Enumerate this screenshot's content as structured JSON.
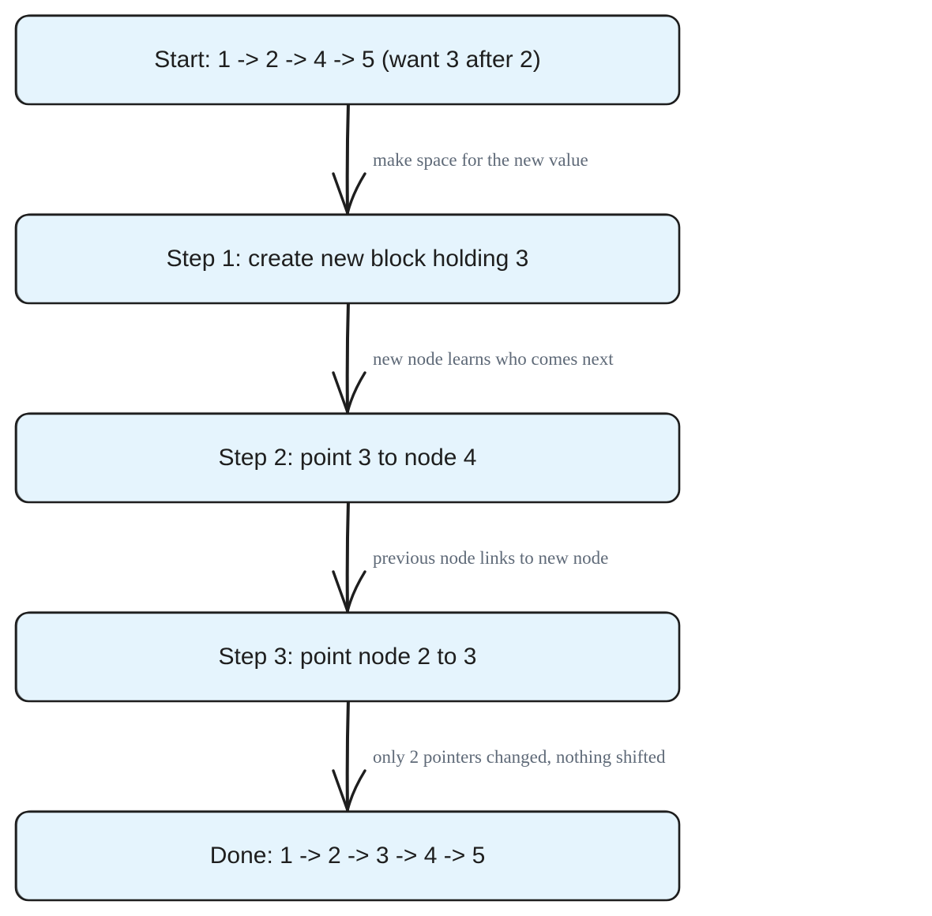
{
  "diagram": {
    "type": "flowchart",
    "node_fill": "#e5f4fd",
    "stroke_color": "#1e1e1e",
    "edge_label_color": "#5f6a78",
    "nodes": [
      {
        "id": "start",
        "label": "Start: 1 -> 2 -> 4 -> 5 (want 3 after 2)"
      },
      {
        "id": "step1",
        "label": "Step 1: create new block holding 3"
      },
      {
        "id": "step2",
        "label": "Step 2: point 3 to node 4"
      },
      {
        "id": "step3",
        "label": "Step 3: point node 2 to 3"
      },
      {
        "id": "done",
        "label": "Done: 1 -> 2 -> 3 -> 4 -> 5"
      }
    ],
    "edges": [
      {
        "from": "start",
        "to": "step1",
        "label": "make space for the new value"
      },
      {
        "from": "step1",
        "to": "step2",
        "label": "new node learns who comes next"
      },
      {
        "from": "step2",
        "to": "step3",
        "label": "previous node links to new node"
      },
      {
        "from": "step3",
        "to": "done",
        "label": "only 2 pointers changed, nothing shifted"
      }
    ]
  }
}
